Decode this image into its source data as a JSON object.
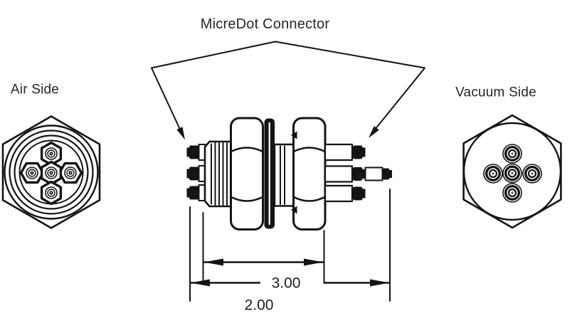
{
  "diagram": {
    "title": "MicreDot Connector",
    "air_side": {
      "label": "Air Side",
      "pin_count": 5,
      "pin_layout": "plus"
    },
    "vacuum_side": {
      "label": "Vacuum Side",
      "pin_count": 5,
      "pin_layout": "plus"
    },
    "side_view": {
      "left_pins": 3,
      "right_pins": 3,
      "hex_nuts": 2,
      "center_flange": 1
    },
    "dimensions": {
      "overall_length_label": "3.00",
      "inner_length_label": "2.00"
    },
    "colors": {
      "line": "#141414",
      "text": "#25252b",
      "background": "#ffffff"
    }
  }
}
